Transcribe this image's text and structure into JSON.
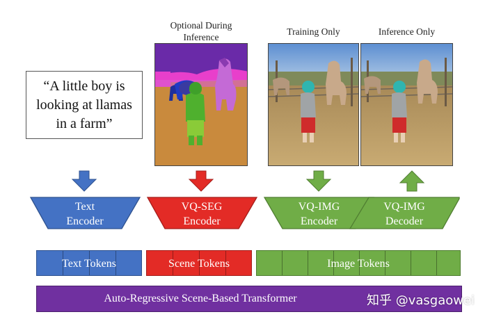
{
  "captions": {
    "optional": "Optional During\nInference",
    "training": "Training Only",
    "inference": "Inference Only"
  },
  "prompt": "“A little boy is\nlooking at llamas\nin a farm”",
  "encoders": {
    "text": "Text\nEncoder",
    "vq_seg": "VQ-SEG\nEncoder",
    "vq_img_enc": "VQ-IMG\nEncoder",
    "vq_img_dec": "VQ-IMG\nDecoder"
  },
  "tokens": {
    "text": "Text Tokens",
    "scene": "Scene Tokens",
    "image": "Image Tokens"
  },
  "transformer": "Auto-Regressive Scene-Based Transformer",
  "watermark": "知乎 @vasgaowei",
  "colors": {
    "blue": "#4472c4",
    "red": "#e32b26",
    "green": "#70ad47",
    "purple": "#7030a0"
  }
}
